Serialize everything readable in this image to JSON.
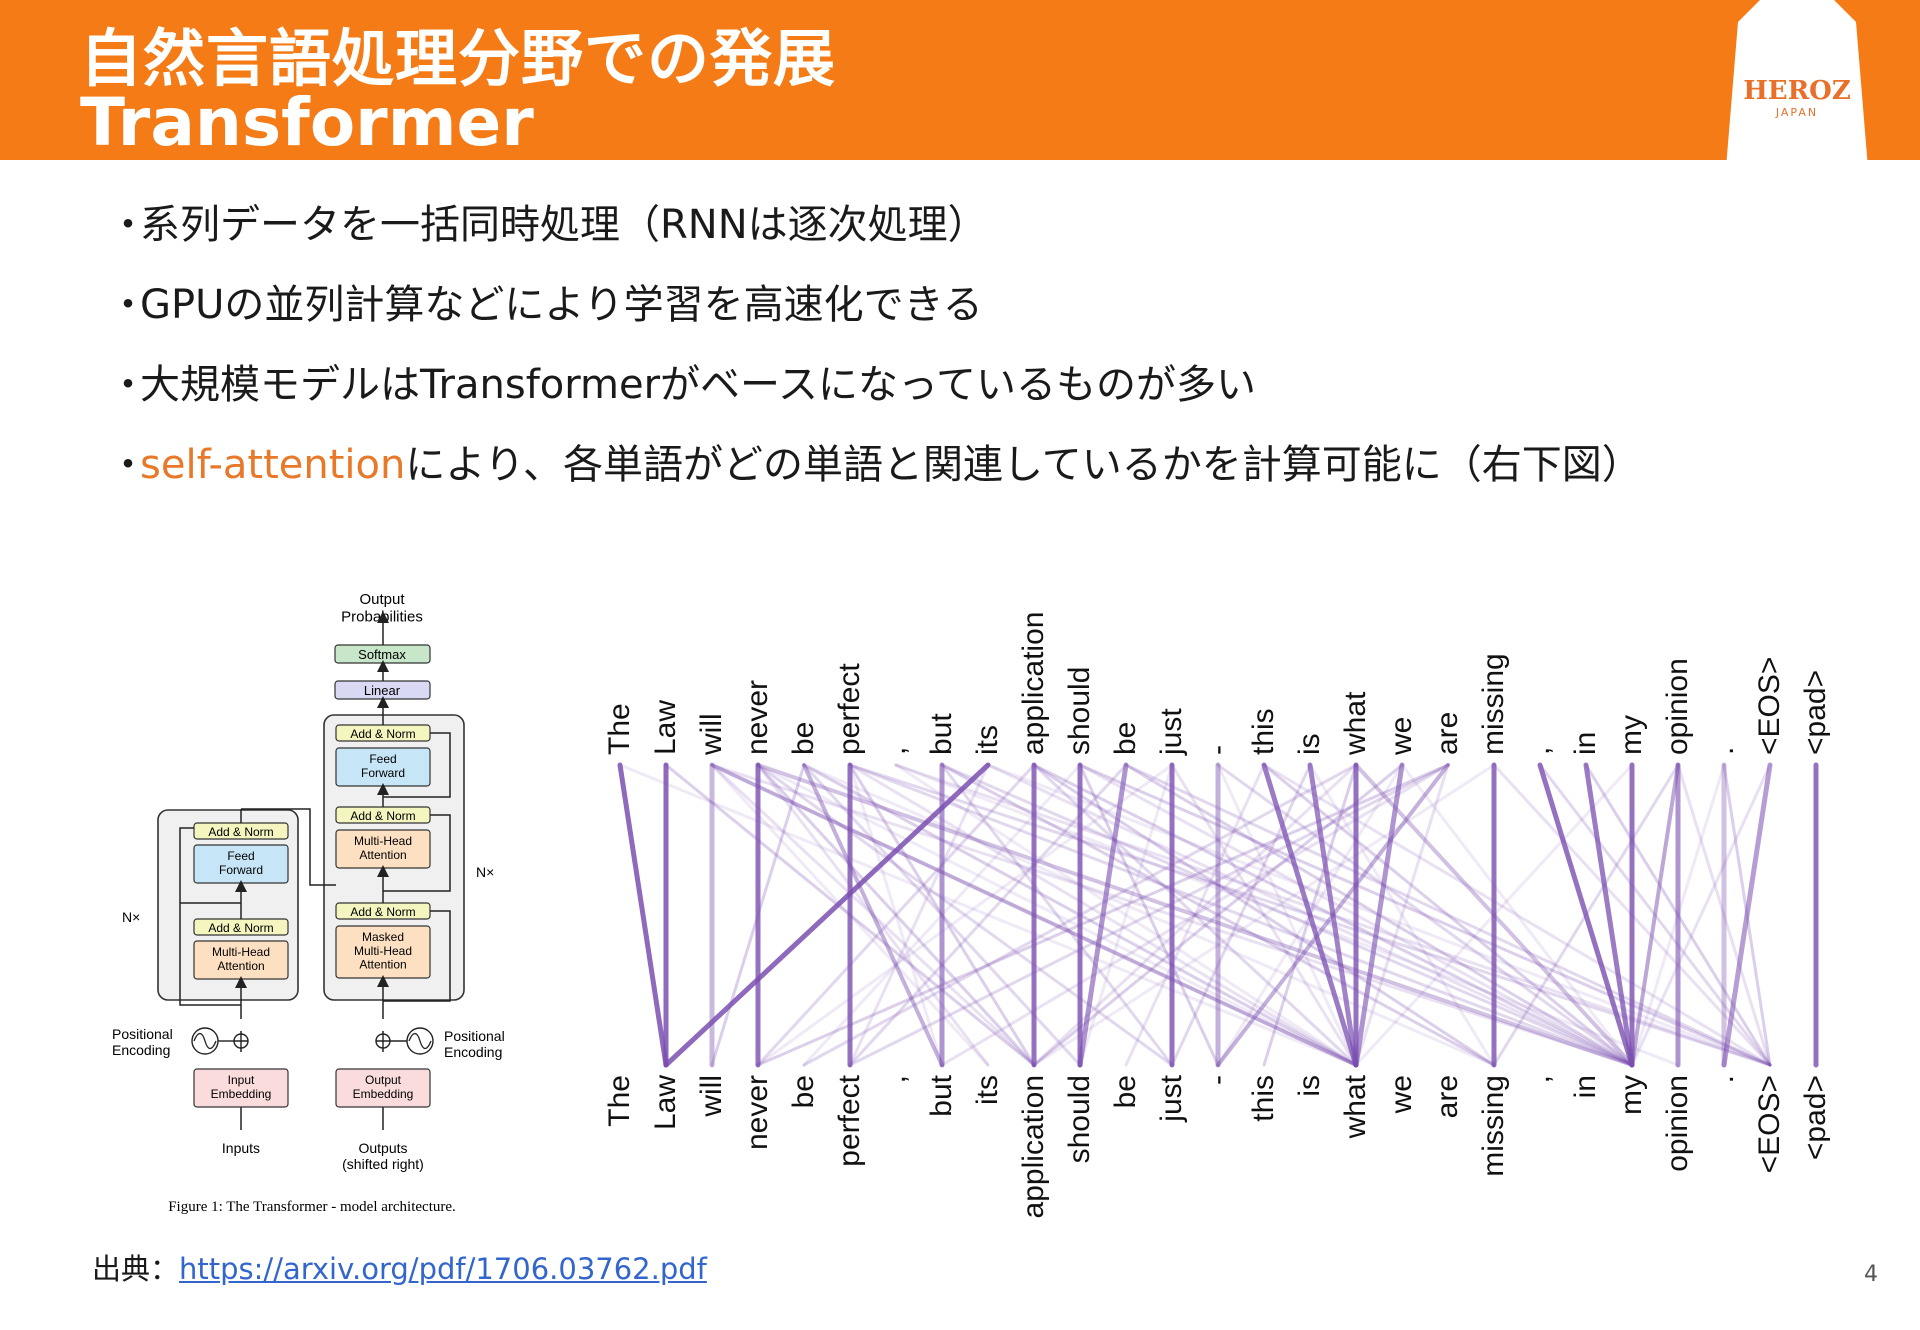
{
  "header": {
    "title_line1": "自然言語処理分野での発展",
    "title_line2": "Transformer",
    "logo_text": "HEROZ",
    "logo_subtext": "JAPAN",
    "bg_color": "#f47b16"
  },
  "bullets": [
    {
      "marker": "・",
      "text": "系列データを一括同時処理（RNNは逐次処理）"
    },
    {
      "marker": "・",
      "text": "GPUの並列計算などにより学習を高速化できる"
    },
    {
      "marker": "・",
      "text": "大規模モデルはTransformerがベースになっているものが多い"
    },
    {
      "marker": "・",
      "highlight": "self-attention",
      "text": "により、各単語がどの単語と関連しているかを計算可能に（右下図）"
    }
  ],
  "architecture": {
    "output_probabilities": "Output\nProbabilities",
    "softmax": "Softmax",
    "linear": "Linear",
    "add_norm": "Add & Norm",
    "feed_forward": "Feed\nForward",
    "multi_head_attention": "Multi-Head\nAttention",
    "masked_multi_head_attention": "Masked\nMulti-Head\nAttention",
    "nx": "N×",
    "positional_encoding": "Positional\nEncoding",
    "input_embedding": "Input\nEmbedding",
    "output_embedding": "Output\nEmbedding",
    "inputs": "Inputs",
    "outputs": "Outputs\n(shifted right)",
    "caption": "Figure 1: The Transformer - model architecture."
  },
  "attention": {
    "tokens": [
      "The",
      "Law",
      "will",
      "never",
      "be",
      "perfect",
      ",",
      "but",
      "its",
      "application",
      "should",
      "be",
      "just",
      "-",
      "this",
      "is",
      "what",
      "we",
      "are",
      "missing",
      ",",
      "in",
      "my",
      "opinion",
      ".",
      "<EOS>",
      "<pad>"
    ],
    "line_color": "#7a4fb0"
  },
  "source": {
    "label": "出典：",
    "url": "https://arxiv.org/pdf/1706.03762.pdf"
  },
  "page_number": "4"
}
